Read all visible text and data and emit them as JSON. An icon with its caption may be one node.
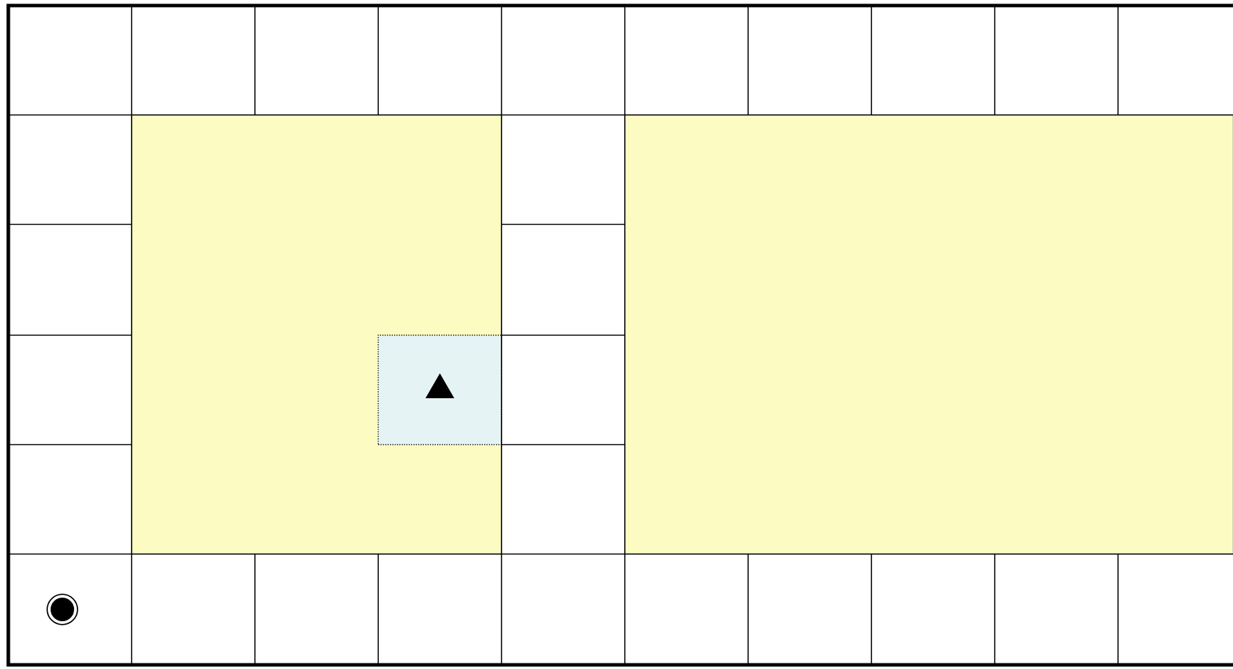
{
  "diagram": {
    "nodes": [
      {
        "text": [],
        "shape": "box"
      },
      {
        "text": [],
        "shape": "box"
      },
      {
        "text": [],
        "shape": "box",
        "in": 0
      },
      {
        "text": [],
        "shape": "triangle",
        "in": 2
      },
      {
        "text": [],
        "shape": "circle"
      }
    ]
  }
}
